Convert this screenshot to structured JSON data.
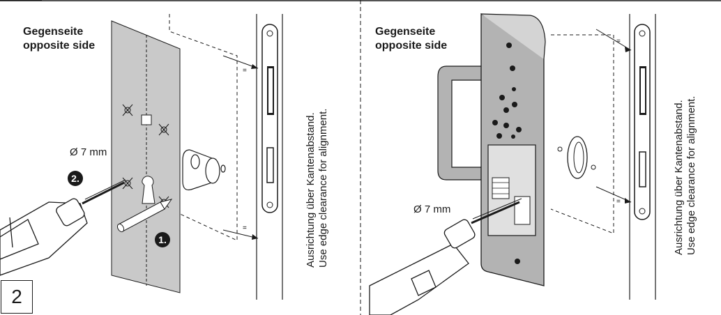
{
  "page_number": "2",
  "left_panel": {
    "side_label_de": "Gegenseite",
    "side_label_en": "opposite side",
    "drill_size": "Ø 7 mm",
    "step_1": "1.",
    "step_2": "2.",
    "alignment_de": "Ausrichtung über Kantenabstand.",
    "alignment_en": "Use edge clearance for alignment."
  },
  "right_panel": {
    "side_label_de": "Gegenseite",
    "side_label_en": "opposite side",
    "drill_size": "Ø 7 mm",
    "alignment_de": "Ausrichtung über Kantenabstand.",
    "alignment_en": "Use edge clearance for alignment."
  },
  "colors": {
    "template_gray": "#c9c9c9",
    "plate_gray": "#b3b3b3",
    "line": "#1a1a1a"
  }
}
